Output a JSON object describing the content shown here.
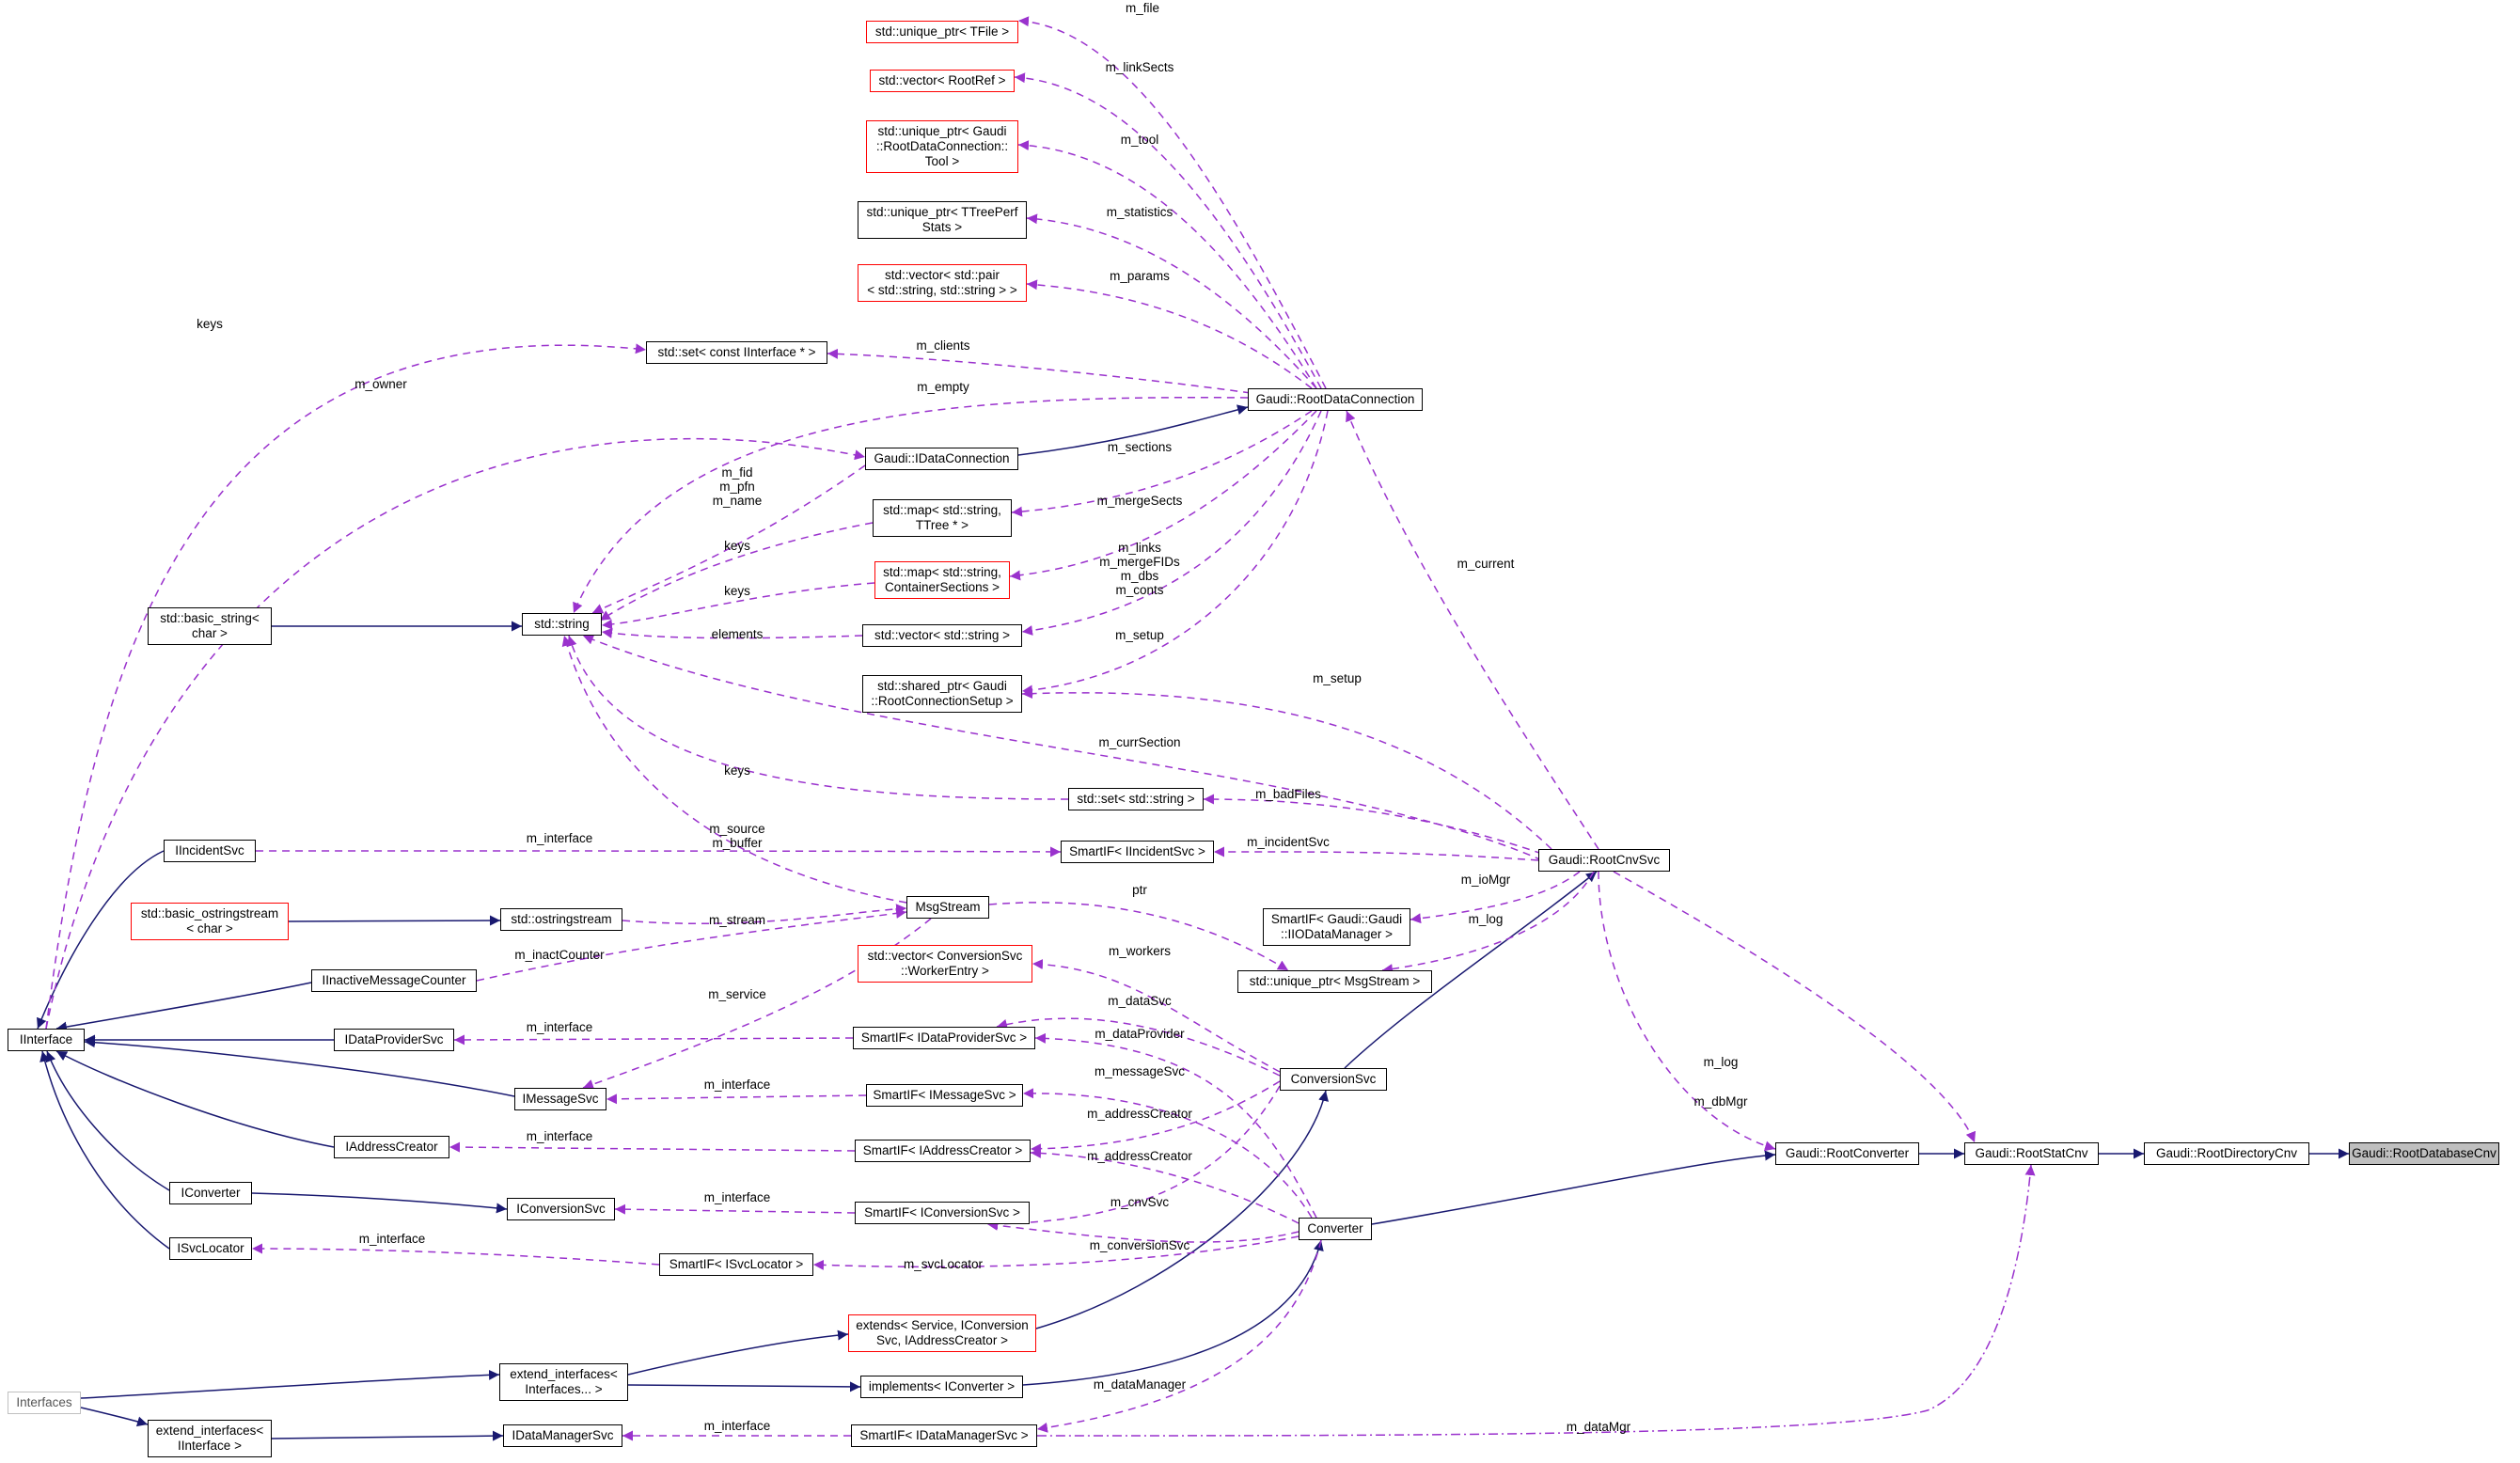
{
  "nodes": [
    {
      "id": "focus",
      "label": "Gaudi::RootDatabaseCnv",
      "style": "focus"
    },
    {
      "id": "dircnv",
      "label": "Gaudi::RootDirectoryCnv"
    },
    {
      "id": "statcnv",
      "label": "Gaudi::RootStatCnv"
    },
    {
      "id": "rootconv",
      "label": "Gaudi::RootConverter"
    },
    {
      "id": "converter",
      "label": "Converter"
    },
    {
      "id": "convsvc",
      "label": "ConversionSvc"
    },
    {
      "id": "rootcnvsvc",
      "label": "Gaudi::RootCnvSvc"
    },
    {
      "id": "rdc",
      "label": "Gaudi::RootDataConnection"
    },
    {
      "id": "idc",
      "label": "Gaudi::IDataConnection"
    },
    {
      "id": "up_tfile",
      "label": "std::unique_ptr< TFile >",
      "style": "red"
    },
    {
      "id": "vec_rootref",
      "label": "std::vector< RootRef >",
      "style": "red"
    },
    {
      "id": "up_tool",
      "label": "std::unique_ptr< Gaudi\n::RootDataConnection::\nTool >",
      "style": "red"
    },
    {
      "id": "up_ttreeperf",
      "label": "std::unique_ptr< TTreePerf\nStats >"
    },
    {
      "id": "vec_pair",
      "label": "std::vector< std::pair\n< std::string, std::string > >",
      "style": "red"
    },
    {
      "id": "set_iinterface",
      "label": "std::set< const IInterface * >"
    },
    {
      "id": "map_ttree",
      "label": "std::map< std::string,\nTTree * >"
    },
    {
      "id": "map_container",
      "label": "std::map< std::string,\nContainerSections >",
      "style": "red"
    },
    {
      "id": "vec_string",
      "label": "std::vector< std::string >"
    },
    {
      "id": "sp_setup",
      "label": "std::shared_ptr< Gaudi\n::RootConnectionSetup >"
    },
    {
      "id": "set_string",
      "label": "std::set< std::string >"
    },
    {
      "id": "stdstring",
      "label": "std::string"
    },
    {
      "id": "basic_string",
      "label": "std::basic_string<\nchar >"
    },
    {
      "id": "sif_incident",
      "label": "SmartIF< IIncidentSvc >"
    },
    {
      "id": "sif_iodm",
      "label": "SmartIF< Gaudi::Gaudi\n::IIODataManager >"
    },
    {
      "id": "up_msgstream",
      "label": "std::unique_ptr< MsgStream >"
    },
    {
      "id": "msgstream",
      "label": "MsgStream"
    },
    {
      "id": "vec_worker",
      "label": "std::vector< ConversionSvc\n::WorkerEntry >",
      "style": "red"
    },
    {
      "id": "sif_idp",
      "label": "SmartIF< IDataProviderSvc >"
    },
    {
      "id": "sif_ims",
      "label": "SmartIF< IMessageSvc >"
    },
    {
      "id": "sif_iac",
      "label": "SmartIF< IAddressCreator >"
    },
    {
      "id": "sif_ics",
      "label": "SmartIF< IConversionSvc >"
    },
    {
      "id": "sif_isl",
      "label": "SmartIF< ISvcLocator >"
    },
    {
      "id": "sif_idm",
      "label": "SmartIF< IDataManagerSvc >"
    },
    {
      "id": "extends",
      "label": "extends< Service, IConversion\nSvc, IAddressCreator >",
      "style": "red"
    },
    {
      "id": "implements",
      "label": "implements< IConverter >"
    },
    {
      "id": "ext_if_tpl",
      "label": "extend_interfaces<\nInterfaces... >"
    },
    {
      "id": "ext_if_ii",
      "label": "extend_interfaces<\nIInterface >"
    },
    {
      "id": "interfaces",
      "label": "Interfaces",
      "style": "grey"
    },
    {
      "id": "iinterface",
      "label": "IInterface"
    },
    {
      "id": "iincident",
      "label": "IIncidentSvc"
    },
    {
      "id": "basic_ostream",
      "label": "std::basic_ostringstream\n< char >",
      "style": "red"
    },
    {
      "id": "ostringstream",
      "label": "std::ostringstream"
    },
    {
      "id": "iinactive",
      "label": "IInactiveMessageCounter"
    },
    {
      "id": "idps",
      "label": "IDataProviderSvc"
    },
    {
      "id": "ims",
      "label": "IMessageSvc"
    },
    {
      "id": "iac",
      "label": "IAddressCreator"
    },
    {
      "id": "iconverter",
      "label": "IConverter"
    },
    {
      "id": "ics",
      "label": "IConversionSvc"
    },
    {
      "id": "isl",
      "label": "ISvcLocator"
    },
    {
      "id": "idms",
      "label": "IDataManagerSvc"
    }
  ],
  "edges": [
    {
      "from": "dircnv",
      "to": "focus",
      "kind": "inherit"
    },
    {
      "from": "statcnv",
      "to": "dircnv",
      "kind": "inherit"
    },
    {
      "from": "rootconv",
      "to": "statcnv",
      "kind": "inherit"
    },
    {
      "from": "converter",
      "to": "rootconv",
      "kind": "inherit"
    },
    {
      "from": "implements",
      "to": "converter",
      "kind": "inherit"
    },
    {
      "from": "ext_if_tpl",
      "to": "implements",
      "kind": "inherit"
    },
    {
      "from": "interfaces",
      "to": "ext_if_tpl",
      "kind": "inherit"
    },
    {
      "from": "ext_if_tpl",
      "to": "extends",
      "kind": "inherit"
    },
    {
      "from": "extends",
      "to": "convsvc",
      "kind": "inherit"
    },
    {
      "from": "convsvc",
      "to": "rootcnvsvc",
      "kind": "inherit"
    },
    {
      "from": "idc",
      "to": "rdc",
      "kind": "inherit"
    },
    {
      "from": "basic_string",
      "to": "stdstring",
      "kind": "inherit"
    },
    {
      "from": "basic_ostream",
      "to": "ostringstream",
      "kind": "inherit"
    },
    {
      "from": "iinterface",
      "to": "iincident",
      "kind": "inherit"
    },
    {
      "from": "iinterface",
      "to": "iinactive",
      "kind": "inherit"
    },
    {
      "from": "iinterface",
      "to": "idps",
      "kind": "inherit"
    },
    {
      "from": "iinterface",
      "to": "ims",
      "kind": "inherit"
    },
    {
      "from": "iinterface",
      "to": "iac",
      "kind": "inherit"
    },
    {
      "from": "iinterface",
      "to": "iconverter",
      "kind": "inherit"
    },
    {
      "from": "iinterface",
      "to": "isl",
      "kind": "inherit"
    },
    {
      "from": "iconverter",
      "to": "ics",
      "kind": "inherit"
    },
    {
      "from": "interfaces",
      "to": "ext_if_ii",
      "kind": "inherit"
    },
    {
      "from": "ext_if_ii",
      "to": "idms",
      "kind": "inherit"
    },
    {
      "from": "rootcnvsvc",
      "to": "statcnv",
      "kind": "use",
      "label": "m_log"
    },
    {
      "from": "rootcnvsvc",
      "to": "rootconv",
      "kind": "use",
      "label": "m_dbMgr"
    },
    {
      "from": "sif_idm",
      "to": "statcnv",
      "kind": "use",
      "label": "m_dataMgr"
    },
    {
      "from": "rdc",
      "to": "rootcnvsvc",
      "kind": "use",
      "label": "m_current"
    },
    {
      "from": "up_tfile",
      "to": "rdc",
      "kind": "use",
      "label": "m_file"
    },
    {
      "from": "vec_rootref",
      "to": "rdc",
      "kind": "use",
      "label": "m_linkSects"
    },
    {
      "from": "up_tool",
      "to": "rdc",
      "kind": "use",
      "label": "m_tool"
    },
    {
      "from": "up_ttreeperf",
      "to": "rdc",
      "kind": "use",
      "label": "m_statistics"
    },
    {
      "from": "vec_pair",
      "to": "rdc",
      "kind": "use",
      "label": "m_params"
    },
    {
      "from": "set_iinterface",
      "to": "rdc",
      "kind": "use",
      "label": "m_clients"
    },
    {
      "from": "stdstring",
      "to": "rdc",
      "kind": "use",
      "label": "m_empty"
    },
    {
      "from": "map_ttree",
      "to": "rdc",
      "kind": "use",
      "label": "m_sections"
    },
    {
      "from": "map_container",
      "to": "rdc",
      "kind": "use",
      "label": "m_mergeSects"
    },
    {
      "from": "vec_string",
      "to": "rdc",
      "kind": "use",
      "label": "m_links\nm_mergeFIDs\nm_dbs\nm_conts"
    },
    {
      "from": "sp_setup",
      "to": "rdc",
      "kind": "use",
      "label": "m_setup"
    },
    {
      "from": "sp_setup",
      "to": "rootcnvsvc",
      "kind": "use",
      "label": "m_setup"
    },
    {
      "from": "stdstring",
      "to": "rootcnvsvc",
      "kind": "use",
      "label": "m_currSection"
    },
    {
      "from": "set_string",
      "to": "rootcnvsvc",
      "kind": "use",
      "label": "m_badFiles"
    },
    {
      "from": "sif_incident",
      "to": "rootcnvsvc",
      "kind": "use",
      "label": "m_incidentSvc"
    },
    {
      "from": "sif_iodm",
      "to": "rootcnvsvc",
      "kind": "use",
      "label": "m_ioMgr"
    },
    {
      "from": "up_msgstream",
      "to": "rootcnvsvc",
      "kind": "use",
      "label": "m_log"
    },
    {
      "from": "iinterface",
      "to": "set_iinterface",
      "kind": "use",
      "label": "keys"
    },
    {
      "from": "iinterface",
      "to": "idc",
      "kind": "use",
      "label": "m_owner"
    },
    {
      "from": "stdstring",
      "to": "idc",
      "kind": "use",
      "label": "m_fid\nm_pfn\nm_name"
    },
    {
      "from": "stdstring",
      "to": "map_ttree",
      "kind": "use",
      "label": "keys"
    },
    {
      "from": "stdstring",
      "to": "map_container",
      "kind": "use",
      "label": "keys"
    },
    {
      "from": "stdstring",
      "to": "vec_string",
      "kind": "use",
      "label": "elements"
    },
    {
      "from": "stdstring",
      "to": "set_string",
      "kind": "use",
      "label": "keys"
    },
    {
      "from": "stdstring",
      "to": "msgstream",
      "kind": "use",
      "label": "m_source\nm_buffer"
    },
    {
      "from": "iincident",
      "to": "sif_incident",
      "kind": "use",
      "label": "m_interface"
    },
    {
      "from": "ostringstream",
      "to": "msgstream",
      "kind": "use",
      "label": "m_stream"
    },
    {
      "from": "iinactive",
      "to": "msgstream",
      "kind": "use",
      "label": "m_inactCounter"
    },
    {
      "from": "ims",
      "to": "msgstream",
      "kind": "use",
      "label": "m_service"
    },
    {
      "from": "msgstream",
      "to": "up_msgstream",
      "kind": "use",
      "label": "ptr"
    },
    {
      "from": "vec_worker",
      "to": "convsvc",
      "kind": "use",
      "label": "m_workers"
    },
    {
      "from": "sif_idp",
      "to": "convsvc",
      "kind": "use",
      "label": "m_dataSvc"
    },
    {
      "from": "sif_idp",
      "to": "converter",
      "kind": "use",
      "label": "m_dataProvider"
    },
    {
      "from": "sif_ims",
      "to": "converter",
      "kind": "use",
      "label": "m_messageSvc"
    },
    {
      "from": "sif_iac",
      "to": "convsvc",
      "kind": "use",
      "label": "m_addressCreator"
    },
    {
      "from": "sif_iac",
      "to": "converter",
      "kind": "use",
      "label": "m_addressCreator"
    },
    {
      "from": "sif_ics",
      "to": "convsvc",
      "kind": "use",
      "label": "m_cnvSvc"
    },
    {
      "from": "sif_ics",
      "to": "converter",
      "kind": "use",
      "label": "m_conversionSvc"
    },
    {
      "from": "sif_isl",
      "to": "converter",
      "kind": "use",
      "label": "m_svcLocator"
    },
    {
      "from": "sif_idm",
      "to": "converter",
      "kind": "use",
      "label": "m_dataManager"
    },
    {
      "from": "idps",
      "to": "sif_idp",
      "kind": "use",
      "label": "m_interface"
    },
    {
      "from": "ims",
      "to": "sif_ims",
      "kind": "use",
      "label": "m_interface"
    },
    {
      "from": "iac",
      "to": "sif_iac",
      "kind": "use",
      "label": "m_interface"
    },
    {
      "from": "ics",
      "to": "sif_ics",
      "kind": "use",
      "label": "m_interface"
    },
    {
      "from": "isl",
      "to": "sif_isl",
      "kind": "use",
      "label": "m_interface"
    },
    {
      "from": "idms",
      "to": "sif_idm",
      "kind": "use",
      "label": "m_interface"
    }
  ]
}
